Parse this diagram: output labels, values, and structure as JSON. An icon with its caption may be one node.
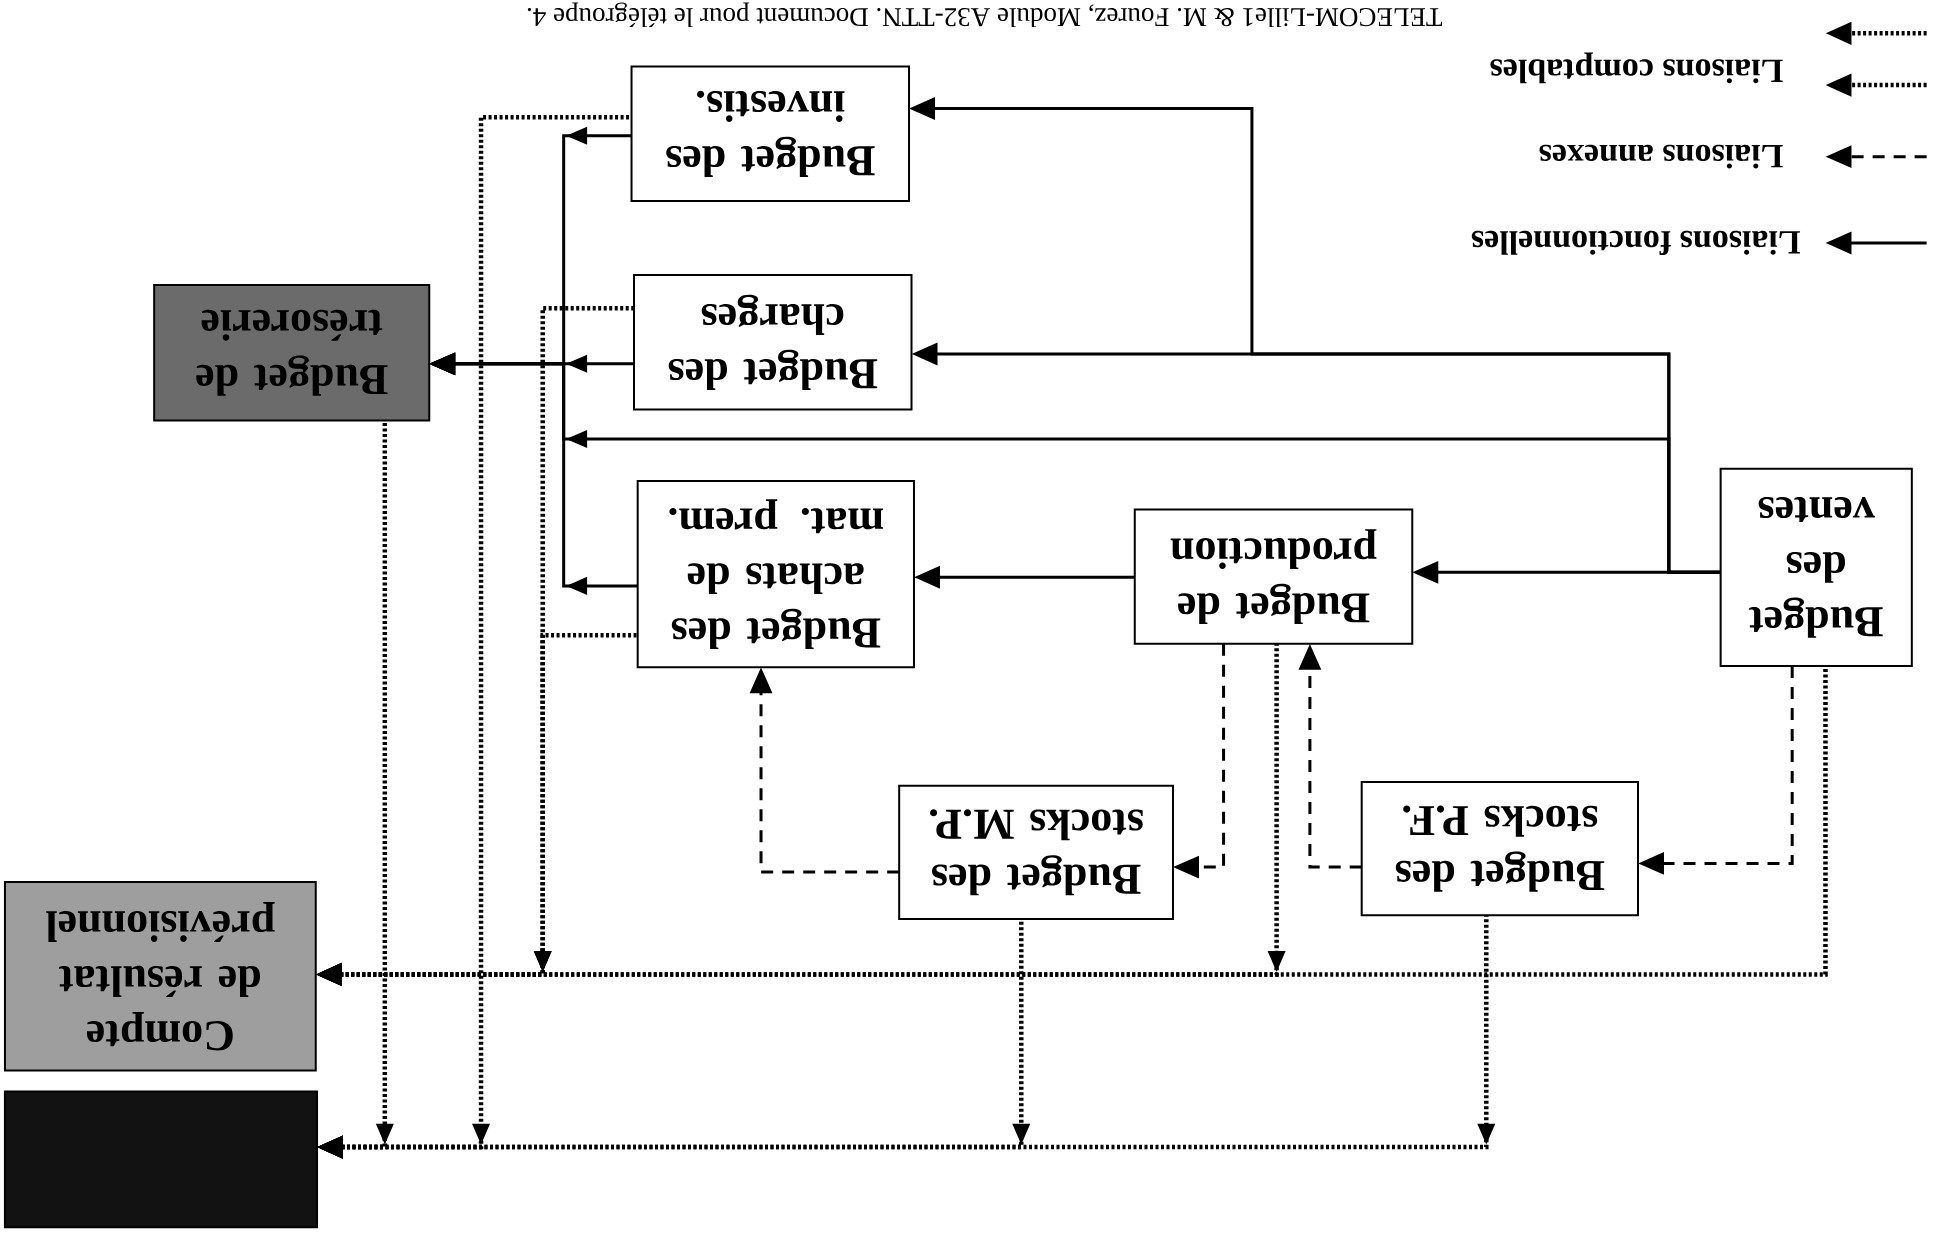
{
  "diagram": {
    "nodes": [
      {
        "text": [
          "Budget des investis."
        ]
      },
      {
        "text": [
          "Budget des charges"
        ]
      },
      {
        "text": [
          "Budget de trésorerie"
        ]
      },
      {
        "text": [
          "Budget des achats de mat. prem."
        ]
      },
      {
        "text": [
          "Budget de production"
        ]
      },
      {
        "text": [
          "Budget des ventes"
        ]
      },
      {
        "text": [
          "Budget des stocks M.P."
        ]
      },
      {
        "text": [
          "Budget des stocks P.F."
        ]
      },
      {
        "text": [
          "Compte de résultat prévisionnel"
        ]
      },
      {
        "text": [],
        "shape": "box"
      }
    ],
    "edges": [
      {
        "from": 5,
        "to": 4,
        "arrow": "to"
      },
      {
        "from": 4,
        "to": 3,
        "arrow": "to"
      },
      {
        "from": 5,
        "to": 1,
        "arrow": "to"
      },
      {
        "from": 5,
        "to": 0,
        "arrow": "to"
      },
      {
        "from": 5,
        "to": 2,
        "arrow": "to"
      },
      {
        "from": 0,
        "to": 2,
        "arrow": "to"
      },
      {
        "from": 1,
        "to": 2,
        "arrow": "to"
      },
      {
        "from": 3,
        "to": 2,
        "arrow": "to"
      },
      {
        "from": 5,
        "to": 7,
        "arrow": "to",
        "style": "dashed"
      },
      {
        "from": 7,
        "to": 4,
        "arrow": "to",
        "style": "dashed"
      },
      {
        "from": 4,
        "to": 6,
        "arrow": "to",
        "style": "dashed"
      },
      {
        "from": 6,
        "to": 3,
        "arrow": "to",
        "style": "dashed"
      },
      {
        "from": 5,
        "to": 8,
        "arrow": "to",
        "style": "dashed"
      },
      {
        "from": 4,
        "to": 8,
        "arrow": "to",
        "style": "dashed"
      },
      {
        "from": 1,
        "to": 8,
        "arrow": "to",
        "style": "dashed"
      },
      {
        "from": 3,
        "to": 8,
        "arrow": "to",
        "style": "dashed"
      },
      {
        "from": 6,
        "to": 9,
        "arrow": "to",
        "style": "dashed"
      },
      {
        "from": 7,
        "to": 9,
        "arrow": "to",
        "style": "dashed"
      },
      {
        "from": 2,
        "to": 9,
        "arrow": "to",
        "style": "dashed"
      },
      {
        "from": 0,
        "to": 9,
        "arrow": "to",
        "style": "dashed"
      }
    ],
    "labels": [
      "TELECOM-Lille1 & M. Fourez, Module A32-TTN. Document pour le télégroupe 4."
    ],
    "legend": [
      {
        "text": "Liaisons comptables"
      },
      {
        "text": "Liaisons annexes"
      },
      {
        "text": "Liaisons fonctionnelles"
      }
    ]
  }
}
